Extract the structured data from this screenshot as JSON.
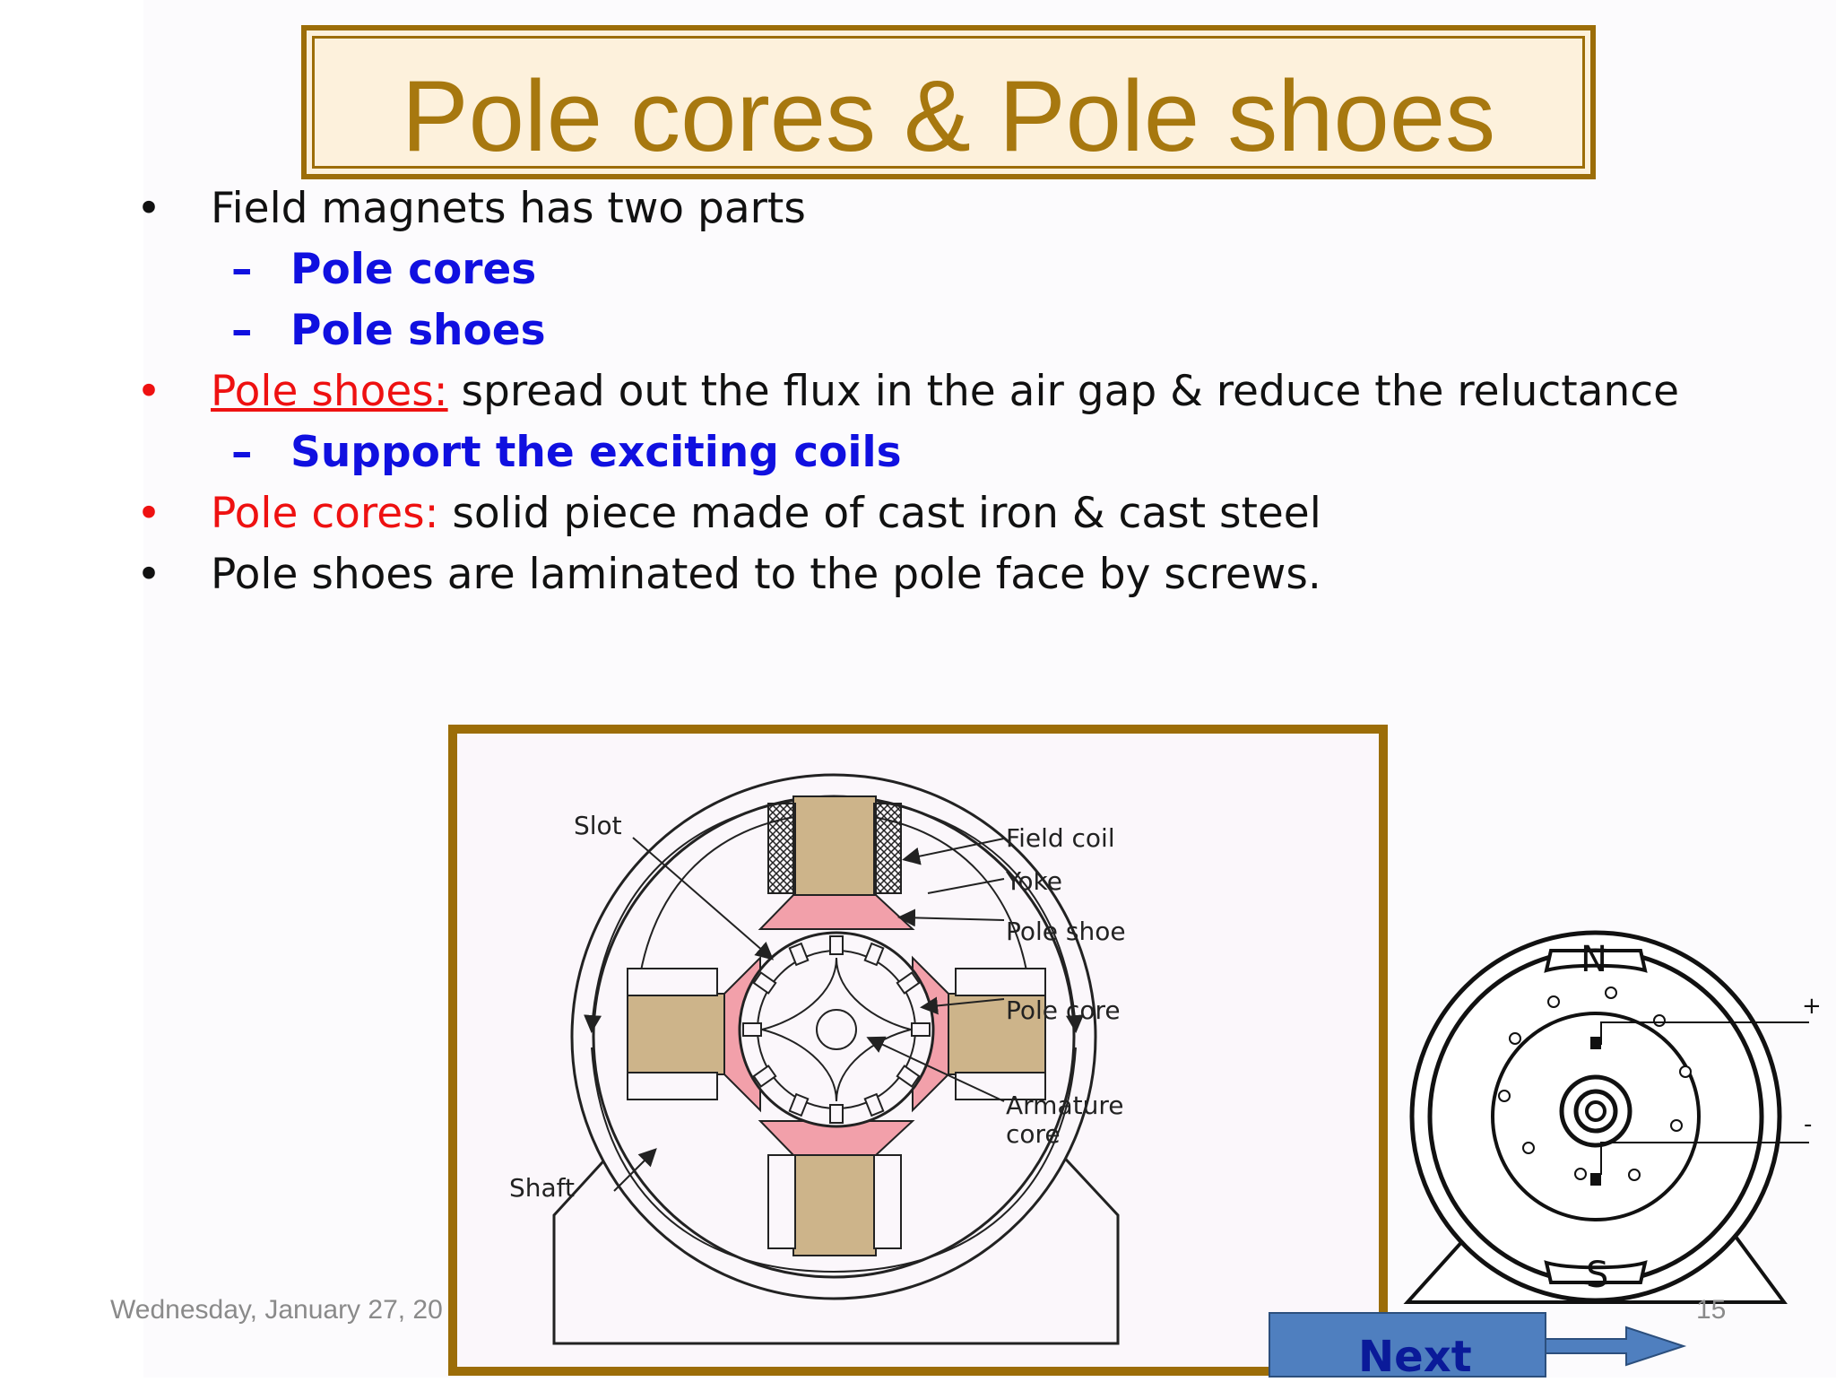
{
  "title": "Pole cores & Pole shoes",
  "bullets": {
    "b1": "Field magnets has two parts",
    "b1_sub1": "Pole cores",
    "b1_sub2": "Pole shoes",
    "b2_label": "Pole shoes:",
    "b2_text": " spread out the flux in the air gap & reduce the reluctance",
    "b2_sub1": "Support the exciting coils",
    "b3_label": "Pole cores:",
    "b3_text": " solid piece made of cast iron & cast steel",
    "b4": "Pole shoes are laminated to the pole face by screws."
  },
  "bullet_symbol": "•",
  "dash_symbol": "–",
  "diagram_labels": {
    "slot": "Slot",
    "field_coil": "Field coil",
    "yoke": "Yoke",
    "pole_shoe": "Pole shoe",
    "pole_core": "Pole core",
    "armature_core_1": "Armature",
    "armature_core_2": "core",
    "shaft": "Shaft"
  },
  "motor_labels": {
    "north": "N",
    "south": "S",
    "plus": "+",
    "minus": "-"
  },
  "footer": {
    "date": "Wednesday, January 27, 20",
    "page_number": "15"
  },
  "next_button": {
    "label": "Next"
  },
  "colors": {
    "title_border": "#9c6d08",
    "title_fill": "#fdf1dc",
    "title_text": "#a7780f",
    "sub_bullet": "#1010e0",
    "red": "#ee1111",
    "pole_core_fill": "#cdb48a",
    "pole_shoe_fill": "#f2a0aa",
    "next_fill": "#4f7fbf"
  }
}
